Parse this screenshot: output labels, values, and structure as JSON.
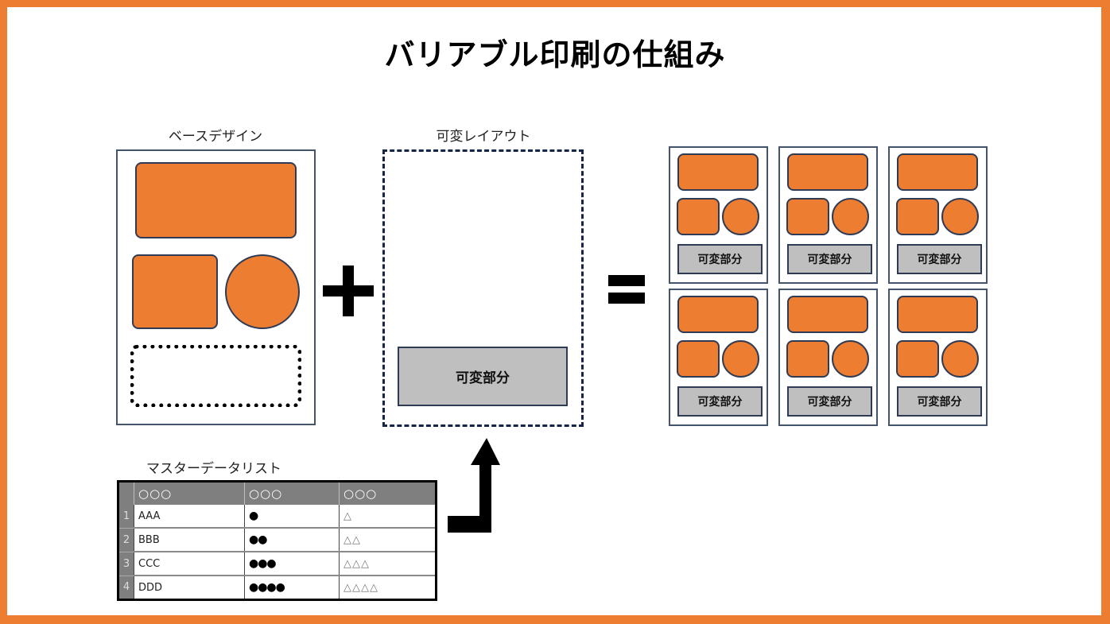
{
  "title": "バリアブル印刷の仕組み",
  "colors": {
    "frame": "#ED7D31",
    "shape_fill": "#ED7D31",
    "shape_border": "#2F3B55",
    "variable_fill": "#BFBFBF",
    "page_border": "#44546A",
    "table_header": "#7F7F7F"
  },
  "base_design": {
    "label": "ベースデザイン"
  },
  "variable_layout": {
    "label": "可変レイアウト",
    "variable_part": "可変部分"
  },
  "operators": {
    "plus": "plus-icon",
    "equals": "equals-icon",
    "arrow": "arrow-up-icon"
  },
  "output_cards": [
    {
      "variable_part": "可変部分"
    },
    {
      "variable_part": "可変部分"
    },
    {
      "variable_part": "可変部分"
    },
    {
      "variable_part": "可変部分"
    },
    {
      "variable_part": "可変部分"
    },
    {
      "variable_part": "可変部分"
    }
  ],
  "master_list": {
    "label": "マスターデータリスト",
    "headers": [
      "",
      "○○○",
      "○○○",
      "○○○"
    ],
    "rows": [
      {
        "num": "1",
        "name": "AAA",
        "dots": "●",
        "triangles": "△"
      },
      {
        "num": "2",
        "name": "BBB",
        "dots": "●●",
        "triangles": "△△"
      },
      {
        "num": "3",
        "name": "CCC",
        "dots": "●●●",
        "triangles": "△△△"
      },
      {
        "num": "4",
        "name": "DDD",
        "dots": "●●●●",
        "triangles": "△△△△"
      }
    ]
  }
}
